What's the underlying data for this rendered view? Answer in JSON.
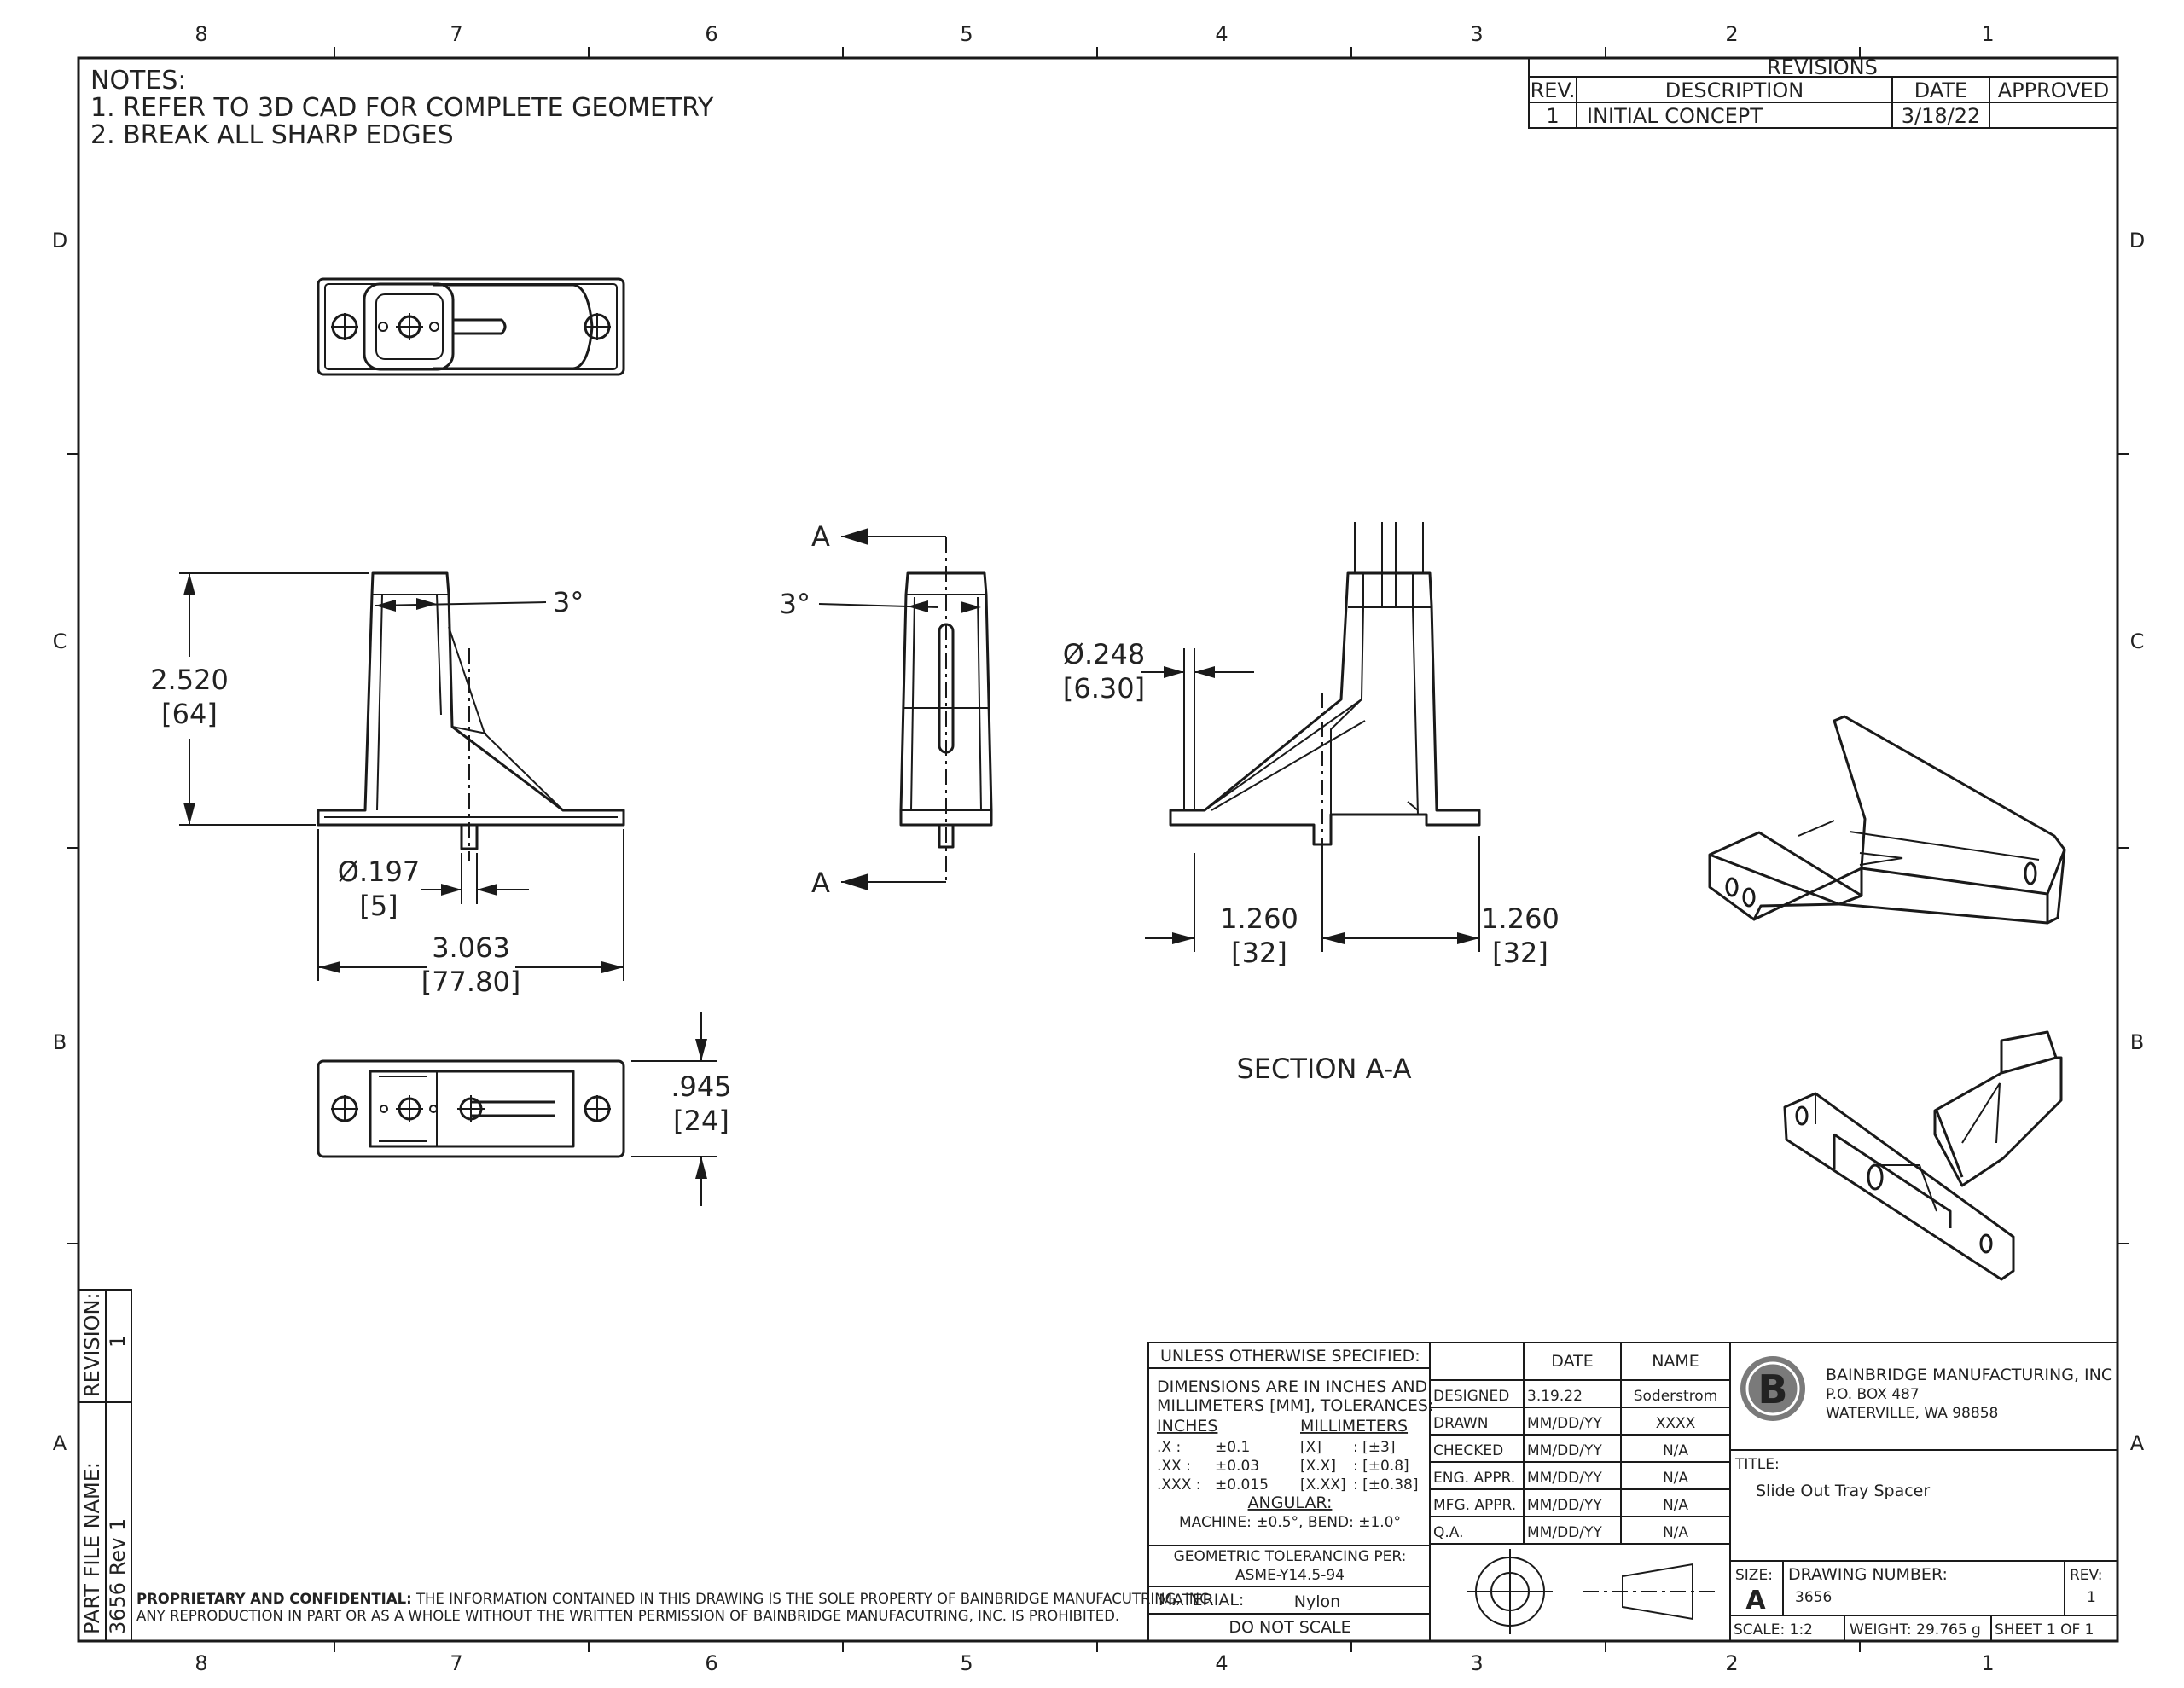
{
  "zones": {
    "cols": [
      "8",
      "7",
      "6",
      "5",
      "4",
      "3",
      "2",
      "1"
    ],
    "rows": [
      "D",
      "C",
      "B",
      "A"
    ]
  },
  "notes": {
    "heading": "NOTES:",
    "items": [
      "1.  REFER TO 3D CAD FOR COMPLETE GEOMETRY",
      "2.  BREAK ALL SHARP EDGES"
    ]
  },
  "revisions": {
    "title": "REVISIONS",
    "headers": [
      "REV.",
      "DESCRIPTION",
      "DATE",
      "APPROVED"
    ],
    "rows": [
      [
        "1",
        "INITIAL CONCEPT",
        "3/18/22",
        ""
      ]
    ]
  },
  "dimensions": {
    "angle_left": "3°",
    "angle_right": "3°",
    "height_in": "2.520",
    "height_mm": "[64]",
    "pin_dia_in": "Ø.197",
    "pin_dia_mm": "[5]",
    "length_in": "3.063",
    "length_mm": "[77.80]",
    "width_in": ".945",
    "width_mm": "[24]",
    "hole_dia_in": "Ø.248",
    "hole_dia_mm": "[6.30]",
    "offset_left_in": "1.260",
    "offset_left_mm": "[32]",
    "offset_right_in": "1.260",
    "offset_right_mm": "[32]",
    "section_marker": "A",
    "section_label": "SECTION A-A"
  },
  "title_block": {
    "unless": "UNLESS OTHERWISE SPECIFIED:",
    "dims_line1": "DIMENSIONS ARE IN INCHES AND",
    "dims_line2": "MILLIMETERS [MM], TOLERANCES:",
    "inches_label": "INCHES",
    "mm_label": "MILLIMETERS",
    "tol_rows": [
      [
        ".X :",
        "±0.1",
        "[X]",
        ": [±3]"
      ],
      [
        ".XX :",
        "±0.03",
        "[X.X]",
        ": [±0.8]"
      ],
      [
        ".XXX :",
        "±0.015",
        "[X.XX]",
        ": [±0.38]"
      ]
    ],
    "angular_label": "ANGULAR:",
    "angular_value": "MACHINE: ±0.5°, BEND: ±1.0°",
    "gtol_label": "GEOMETRIC TOLERANCING PER:",
    "gtol_value": "ASME-Y14.5-94",
    "material_label": "MATERIAL:",
    "material_value": "Nylon",
    "do_not_scale": "DO NOT SCALE",
    "sign_headers": [
      "DATE",
      "NAME"
    ],
    "sign_rows": [
      [
        "DESIGNED",
        "3.19.22",
        "Soderstrom"
      ],
      [
        "DRAWN",
        "MM/DD/YY",
        "XXXX"
      ],
      [
        "CHECKED",
        "MM/DD/YY",
        "N/A"
      ],
      [
        "ENG. APPR.",
        "MM/DD/YY",
        "N/A"
      ],
      [
        "MFG. APPR.",
        "MM/DD/YY",
        "N/A"
      ],
      [
        "Q.A.",
        "MM/DD/YY",
        "N/A"
      ]
    ],
    "company": [
      "BAINBRIDGE MANUFACTURING, INC",
      "P.O. BOX 487",
      "WATERVILLE, WA 98858"
    ],
    "title_label": "TITLE:",
    "title_value": "Slide Out Tray Spacer",
    "size_label": "SIZE:",
    "size_value": "A",
    "drawing_number_label": "DRAWING NUMBER:",
    "drawing_number": "3656",
    "rev_label": "REV:",
    "rev_value": "1",
    "scale": "SCALE: 1:2",
    "weight": "WEIGHT: 29.765 g",
    "sheet": "SHEET 1 OF 1"
  },
  "side_block": {
    "part_file_label": "PART FILE NAME:",
    "part_file_value": "3656 Rev 1",
    "revision_label": "REVISION:",
    "revision_value": "1"
  },
  "proprietary": {
    "bold": "PROPRIETARY AND CONFIDENTIAL:",
    "line1": " THE INFORMATION CONTAINED IN THIS DRAWING IS THE SOLE PROPERTY OF BAINBRIDGE MANUFACUTRING, INC.",
    "line2": "ANY REPRODUCTION IN PART OR AS A WHOLE WITHOUT THE WRITTEN PERMISSION OF BAINBRIDGE MANUFACUTRING, INC. IS PROHIBITED."
  }
}
